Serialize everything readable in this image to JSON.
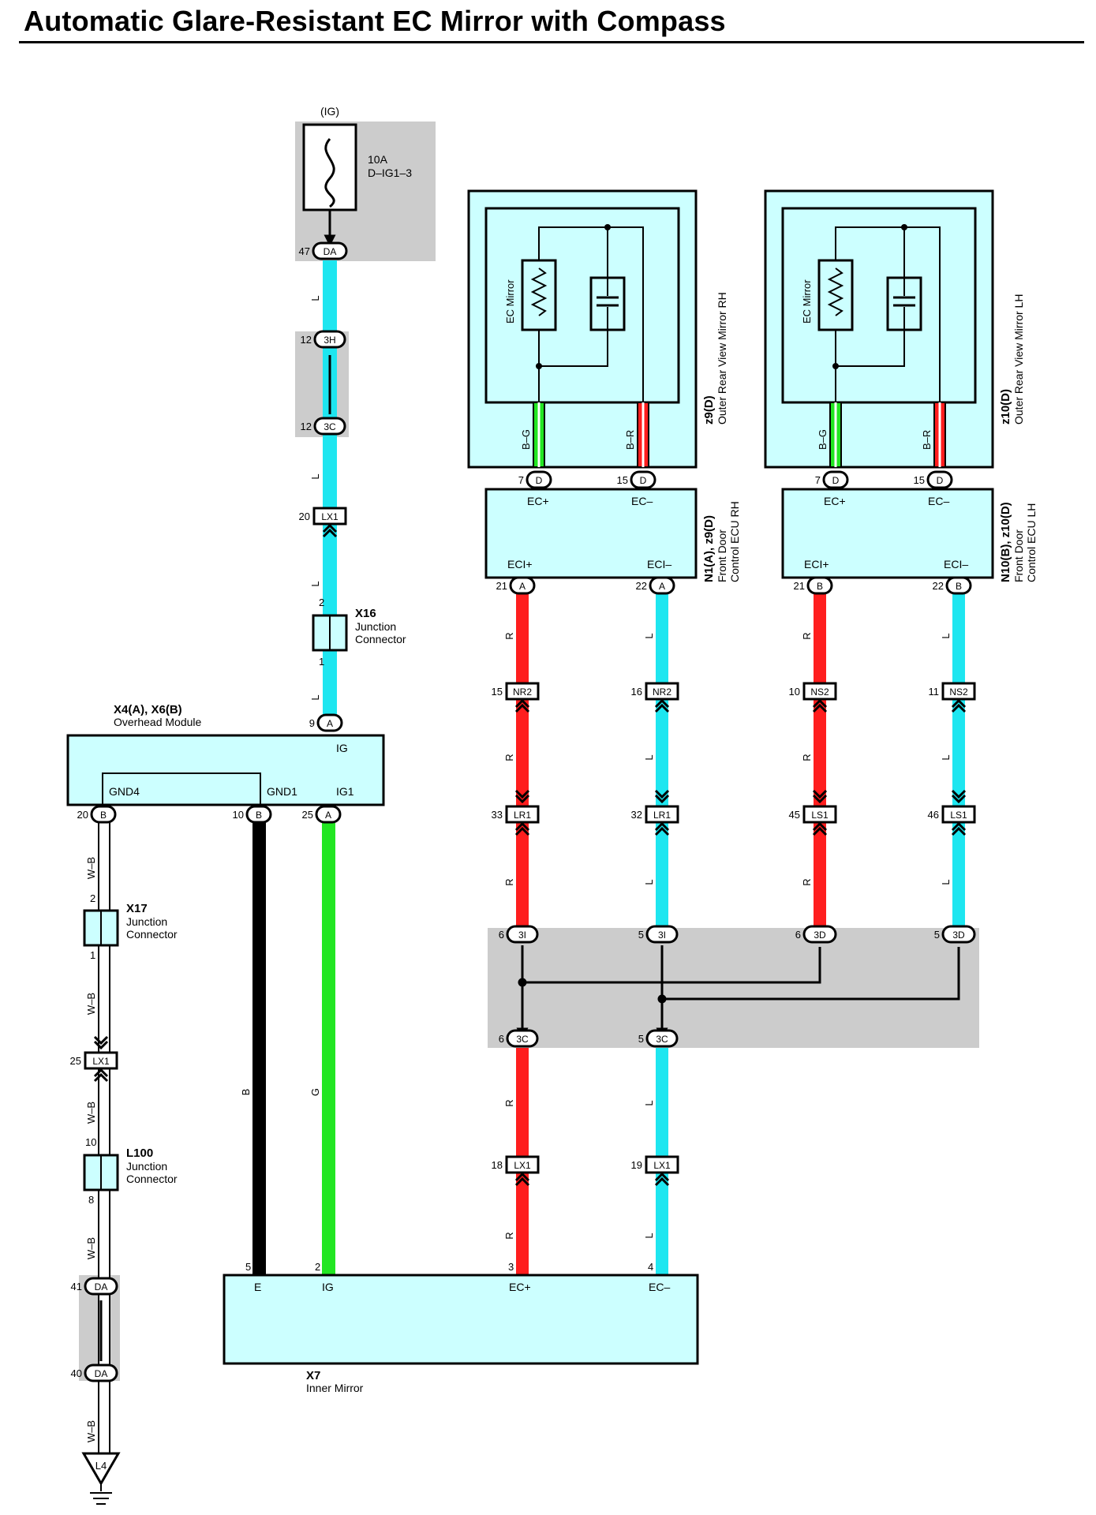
{
  "title": "Automatic Glare-Resistant EC Mirror with Compass",
  "colors": {
    "L": "#1ee6f0",
    "R": "#ff1e1e",
    "G": "#22e622",
    "B": "#000000",
    "W-B": "#ffffff",
    "box": "#ccffff",
    "junction": "#cccccc"
  },
  "power": {
    "source": "(IG)",
    "fuse_amp": "10A",
    "fuse_name": "D–IG1–3"
  },
  "components": {
    "x16": {
      "id": "X16",
      "l1": "Junction",
      "l2": "Connector"
    },
    "x17": {
      "id": "X17",
      "l1": "Junction",
      "l2": "Connector"
    },
    "l100": {
      "id": "L100",
      "l1": "Junction",
      "l2": "Connector"
    },
    "overhead": {
      "id": "X4(A), X6(B)",
      "name": "Overhead Module",
      "pin_ig": "IG",
      "pin_gnd4": "GND4",
      "pin_gnd1": "GND1",
      "pin_ig1": "IG1"
    },
    "inner": {
      "id": "X7",
      "name": "Inner Mirror",
      "pin_e": "E",
      "pin_ig": "IG",
      "pin_ecp": "EC+",
      "pin_ecm": "EC–"
    },
    "mirror_rh": {
      "id": "z9(D)",
      "name": "Outer Rear View Mirror RH",
      "element": "EC Mirror",
      "wire1": "B–G",
      "wire2": "B–R"
    },
    "mirror_lh": {
      "id": "z10(D)",
      "name": "Outer Rear View Mirror LH",
      "element": "EC Mirror",
      "wire1": "B–G",
      "wire2": "B–R"
    },
    "ecu_rh": {
      "id": "N1(A), z9(D)",
      "l1": "Front Door",
      "l2": "Control ECU RH",
      "ecp": "EC+",
      "ecm": "EC–",
      "ecip": "ECI+",
      "ecim": "ECI–"
    },
    "ecu_lh": {
      "id": "N10(B), z10(D)",
      "l1": "Front Door",
      "l2": "Control ECU LH",
      "ecp": "EC+",
      "ecm": "EC–",
      "ecip": "ECI+",
      "ecim": "ECI–"
    },
    "ground": {
      "id": "L4"
    }
  },
  "connectors": {
    "da47": {
      "pin": "47",
      "code": "DA"
    },
    "3h12": {
      "pin": "12",
      "code": "3H"
    },
    "3c12": {
      "pin": "12",
      "code": "3C"
    },
    "lx1_20": {
      "pin": "20",
      "code": "LX1"
    },
    "x16_top": {
      "pin": "2"
    },
    "x16_bot": {
      "pin": "1"
    },
    "oh_a9": {
      "pin": "9",
      "code": "A"
    },
    "oh_b20": {
      "pin": "20",
      "code": "B"
    },
    "oh_b10": {
      "pin": "10",
      "code": "B"
    },
    "oh_a25": {
      "pin": "25",
      "code": "A"
    },
    "x17_top": {
      "pin": "2"
    },
    "x17_bot": {
      "pin": "1"
    },
    "lx1_25": {
      "pin": "25",
      "code": "LX1"
    },
    "l100_top": {
      "pin": "10"
    },
    "l100_bot": {
      "pin": "8"
    },
    "da41": {
      "pin": "41",
      "code": "DA"
    },
    "da40": {
      "pin": "40",
      "code": "DA"
    },
    "rh_d7": {
      "pin": "7",
      "code": "D"
    },
    "rh_d15": {
      "pin": "15",
      "code": "D"
    },
    "lh_d7": {
      "pin": "7",
      "code": "D"
    },
    "lh_d15": {
      "pin": "15",
      "code": "D"
    },
    "rh_a21": {
      "pin": "21",
      "code": "A"
    },
    "rh_a22": {
      "pin": "22",
      "code": "A"
    },
    "lh_b21": {
      "pin": "21",
      "code": "B"
    },
    "lh_b22": {
      "pin": "22",
      "code": "B"
    },
    "nr2_15": {
      "pin": "15",
      "code": "NR2"
    },
    "nr2_16": {
      "pin": "16",
      "code": "NR2"
    },
    "ns2_10": {
      "pin": "10",
      "code": "NS2"
    },
    "ns2_11": {
      "pin": "11",
      "code": "NS2"
    },
    "lr1_33": {
      "pin": "33",
      "code": "LR1"
    },
    "lr1_32": {
      "pin": "32",
      "code": "LR1"
    },
    "ls1_45": {
      "pin": "45",
      "code": "LS1"
    },
    "ls1_46": {
      "pin": "46",
      "code": "LS1"
    },
    "3i6": {
      "pin": "6",
      "code": "3I"
    },
    "3i5": {
      "pin": "5",
      "code": "3I"
    },
    "3d6": {
      "pin": "6",
      "code": "3D"
    },
    "3d5": {
      "pin": "5",
      "code": "3D"
    },
    "3c6": {
      "pin": "6",
      "code": "3C"
    },
    "3c5": {
      "pin": "5",
      "code": "3C"
    },
    "lx1_18": {
      "pin": "18",
      "code": "LX1"
    },
    "lx1_19": {
      "pin": "19",
      "code": "LX1"
    },
    "x7_5": {
      "pin": "5"
    },
    "x7_2": {
      "pin": "2"
    },
    "x7_3": {
      "pin": "3"
    },
    "x7_4": {
      "pin": "4"
    }
  },
  "wire_labels": {
    "L": "L",
    "R": "R",
    "G": "G",
    "B": "B",
    "WB": "W–B"
  }
}
